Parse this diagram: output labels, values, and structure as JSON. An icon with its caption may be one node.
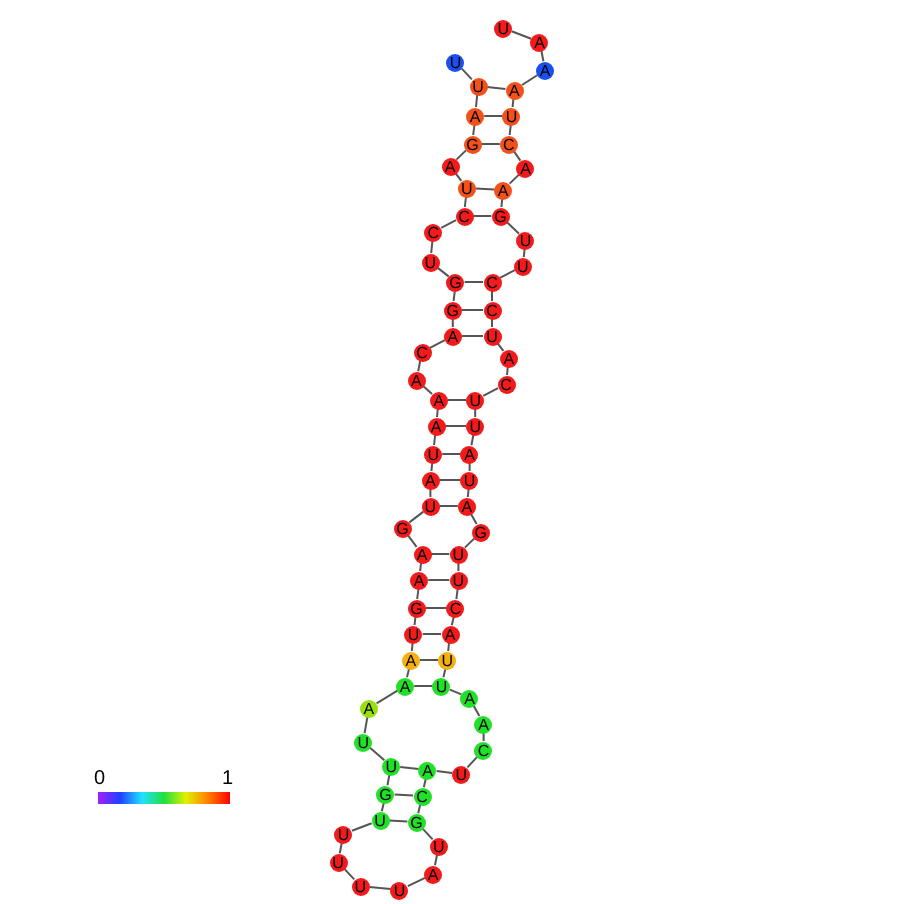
{
  "diagram": {
    "nodes": [
      {
        "text": [
          "U"
        ]
      },
      {
        "text": [
          "U"
        ]
      },
      {
        "text": [
          "A"
        ]
      },
      {
        "text": [
          "G"
        ]
      },
      {
        "text": [
          "A"
        ]
      },
      {
        "text": [
          "U"
        ]
      },
      {
        "text": [
          "C"
        ]
      },
      {
        "text": [
          "C"
        ]
      },
      {
        "text": [
          "U"
        ]
      },
      {
        "text": [
          "G"
        ]
      },
      {
        "text": [
          "G"
        ]
      },
      {
        "text": [
          "A"
        ]
      },
      {
        "text": [
          "C"
        ]
      },
      {
        "text": [
          "A"
        ]
      },
      {
        "text": [
          "A"
        ]
      },
      {
        "text": [
          "A"
        ]
      },
      {
        "text": [
          "U"
        ]
      },
      {
        "text": [
          "A"
        ]
      },
      {
        "text": [
          "U"
        ]
      },
      {
        "text": [
          "G"
        ]
      },
      {
        "text": [
          "A"
        ]
      },
      {
        "text": [
          "A"
        ]
      },
      {
        "text": [
          "G"
        ]
      },
      {
        "text": [
          "U"
        ]
      },
      {
        "text": [
          "A"
        ]
      },
      {
        "text": [
          "A"
        ]
      },
      {
        "text": [
          "A"
        ]
      },
      {
        "text": [
          "U"
        ]
      },
      {
        "text": [
          "U"
        ]
      },
      {
        "text": [
          "G"
        ]
      },
      {
        "text": [
          "U"
        ]
      },
      {
        "text": [
          "U"
        ]
      },
      {
        "text": [
          "U"
        ]
      },
      {
        "text": [
          "U"
        ]
      },
      {
        "text": [
          "U"
        ]
      },
      {
        "text": [
          "A"
        ]
      },
      {
        "text": [
          "U"
        ]
      },
      {
        "text": [
          "G"
        ]
      },
      {
        "text": [
          "C"
        ]
      },
      {
        "text": [
          "A"
        ]
      },
      {
        "text": [
          "U"
        ]
      },
      {
        "text": [
          "C"
        ]
      },
      {
        "text": [
          "A"
        ]
      },
      {
        "text": [
          "A"
        ]
      },
      {
        "text": [
          "U"
        ]
      },
      {
        "text": [
          "U"
        ]
      },
      {
        "text": [
          "A"
        ]
      },
      {
        "text": [
          "C"
        ]
      },
      {
        "text": [
          "U"
        ]
      },
      {
        "text": [
          "U"
        ]
      },
      {
        "text": [
          "G"
        ]
      },
      {
        "text": [
          "A"
        ]
      },
      {
        "text": [
          "U"
        ]
      },
      {
        "text": [
          "A"
        ]
      },
      {
        "text": [
          "U"
        ]
      },
      {
        "text": [
          "U"
        ]
      },
      {
        "text": [
          "C"
        ]
      },
      {
        "text": [
          "A"
        ]
      },
      {
        "text": [
          "U"
        ]
      },
      {
        "text": [
          "C"
        ]
      },
      {
        "text": [
          "C"
        ]
      },
      {
        "text": [
          "U"
        ]
      },
      {
        "text": [
          "U"
        ]
      },
      {
        "text": [
          "G"
        ]
      },
      {
        "text": [
          "A"
        ]
      },
      {
        "text": [
          "A"
        ]
      },
      {
        "text": [
          "C"
        ]
      },
      {
        "text": [
          "U"
        ]
      },
      {
        "text": [
          "A"
        ]
      },
      {
        "text": [
          "A"
        ]
      },
      {
        "text": [
          "A"
        ]
      },
      {
        "text": [
          "U"
        ]
      }
    ],
    "edges": [
      {
        "from": 0,
        "to": 1,
        "arrow": "none"
      },
      {
        "from": 1,
        "to": 2,
        "arrow": "none"
      },
      {
        "from": 2,
        "to": 3,
        "arrow": "none"
      },
      {
        "from": 3,
        "to": 4,
        "arrow": "none"
      },
      {
        "from": 4,
        "to": 5,
        "arrow": "none"
      },
      {
        "from": 5,
        "to": 6,
        "arrow": "none"
      },
      {
        "from": 6,
        "to": 7,
        "arrow": "none"
      },
      {
        "from": 7,
        "to": 8,
        "arrow": "none"
      },
      {
        "from": 8,
        "to": 9,
        "arrow": "none"
      },
      {
        "from": 9,
        "to": 10,
        "arrow": "none"
      },
      {
        "from": 10,
        "to": 11,
        "arrow": "none"
      },
      {
        "from": 11,
        "to": 12,
        "arrow": "none"
      },
      {
        "from": 12,
        "to": 13,
        "arrow": "none"
      },
      {
        "from": 13,
        "to": 14,
        "arrow": "none"
      },
      {
        "from": 14,
        "to": 15,
        "arrow": "none"
      },
      {
        "from": 15,
        "to": 16,
        "arrow": "none"
      },
      {
        "from": 16,
        "to": 17,
        "arrow": "none"
      },
      {
        "from": 17,
        "to": 18,
        "arrow": "none"
      },
      {
        "from": 18,
        "to": 19,
        "arrow": "none"
      },
      {
        "from": 19,
        "to": 20,
        "arrow": "none"
      },
      {
        "from": 20,
        "to": 21,
        "arrow": "none"
      },
      {
        "from": 21,
        "to": 22,
        "arrow": "none"
      },
      {
        "from": 22,
        "to": 23,
        "arrow": "none"
      },
      {
        "from": 23,
        "to": 24,
        "arrow": "none"
      },
      {
        "from": 24,
        "to": 25,
        "arrow": "none"
      },
      {
        "from": 25,
        "to": 26,
        "arrow": "none"
      },
      {
        "from": 26,
        "to": 27,
        "arrow": "none"
      },
      {
        "from": 27,
        "to": 28,
        "arrow": "none"
      },
      {
        "from": 28,
        "to": 29,
        "arrow": "none"
      },
      {
        "from": 29,
        "to": 30,
        "arrow": "none"
      },
      {
        "from": 30,
        "to": 31,
        "arrow": "none"
      },
      {
        "from": 31,
        "to": 32,
        "arrow": "none"
      },
      {
        "from": 32,
        "to": 33,
        "arrow": "none"
      },
      {
        "from": 33,
        "to": 34,
        "arrow": "none"
      },
      {
        "from": 34,
        "to": 35,
        "arrow": "none"
      },
      {
        "from": 35,
        "to": 36,
        "arrow": "none"
      },
      {
        "from": 36,
        "to": 37,
        "arrow": "none"
      },
      {
        "from": 37,
        "to": 38,
        "arrow": "none"
      },
      {
        "from": 38,
        "to": 39,
        "arrow": "none"
      },
      {
        "from": 39,
        "to": 40,
        "arrow": "none"
      },
      {
        "from": 40,
        "to": 41,
        "arrow": "none"
      },
      {
        "from": 41,
        "to": 42,
        "arrow": "none"
      },
      {
        "from": 42,
        "to": 43,
        "arrow": "none"
      },
      {
        "from": 43,
        "to": 44,
        "arrow": "none"
      },
      {
        "from": 44,
        "to": 45,
        "arrow": "none"
      },
      {
        "from": 45,
        "to": 46,
        "arrow": "none"
      },
      {
        "from": 46,
        "to": 47,
        "arrow": "none"
      },
      {
        "from": 47,
        "to": 48,
        "arrow": "none"
      },
      {
        "from": 48,
        "to": 49,
        "arrow": "none"
      },
      {
        "from": 49,
        "to": 50,
        "arrow": "none"
      },
      {
        "from": 50,
        "to": 51,
        "arrow": "none"
      },
      {
        "from": 51,
        "to": 52,
        "arrow": "none"
      },
      {
        "from": 52,
        "to": 53,
        "arrow": "none"
      },
      {
        "from": 53,
        "to": 54,
        "arrow": "none"
      },
      {
        "from": 54,
        "to": 55,
        "arrow": "none"
      },
      {
        "from": 55,
        "to": 56,
        "arrow": "none"
      },
      {
        "from": 56,
        "to": 57,
        "arrow": "none"
      },
      {
        "from": 57,
        "to": 58,
        "arrow": "none"
      },
      {
        "from": 58,
        "to": 59,
        "arrow": "none"
      },
      {
        "from": 59,
        "to": 60,
        "arrow": "none"
      },
      {
        "from": 60,
        "to": 61,
        "arrow": "none"
      },
      {
        "from": 61,
        "to": 62,
        "arrow": "none"
      },
      {
        "from": 62,
        "to": 63,
        "arrow": "none"
      },
      {
        "from": 63,
        "to": 64,
        "arrow": "none"
      },
      {
        "from": 64,
        "to": 65,
        "arrow": "none"
      },
      {
        "from": 65,
        "to": 66,
        "arrow": "none"
      },
      {
        "from": 66,
        "to": 67,
        "arrow": "none"
      },
      {
        "from": 67,
        "to": 68,
        "arrow": "none"
      },
      {
        "from": 68,
        "to": 69,
        "arrow": "none"
      },
      {
        "from": 69,
        "to": 70,
        "arrow": "none"
      },
      {
        "from": 70,
        "to": 71,
        "arrow": "none"
      },
      {
        "from": 1,
        "to": 68,
        "arrow": "none"
      },
      {
        "from": 2,
        "to": 67,
        "arrow": "none"
      },
      {
        "from": 3,
        "to": 66,
        "arrow": "none"
      },
      {
        "from": 5,
        "to": 64,
        "arrow": "none"
      },
      {
        "from": 6,
        "to": 63,
        "arrow": "none"
      },
      {
        "from": 9,
        "to": 60,
        "arrow": "none"
      },
      {
        "from": 10,
        "to": 59,
        "arrow": "none"
      },
      {
        "from": 11,
        "to": 58,
        "arrow": "none"
      },
      {
        "from": 14,
        "to": 55,
        "arrow": "none"
      },
      {
        "from": 15,
        "to": 54,
        "arrow": "none"
      },
      {
        "from": 16,
        "to": 53,
        "arrow": "none"
      },
      {
        "from": 17,
        "to": 52,
        "arrow": "none"
      },
      {
        "from": 18,
        "to": 51,
        "arrow": "none"
      },
      {
        "from": 20,
        "to": 49,
        "arrow": "none"
      },
      {
        "from": 21,
        "to": 48,
        "arrow": "none"
      },
      {
        "from": 22,
        "to": 47,
        "arrow": "none"
      },
      {
        "from": 23,
        "to": 46,
        "arrow": "none"
      },
      {
        "from": 24,
        "to": 45,
        "arrow": "none"
      },
      {
        "from": 25,
        "to": 44,
        "arrow": "none"
      },
      {
        "from": 28,
        "to": 39,
        "arrow": "none"
      },
      {
        "from": 29,
        "to": 38,
        "arrow": "none"
      },
      {
        "from": 30,
        "to": 37,
        "arrow": "none"
      }
    ],
    "labels": [
      "0",
      "1"
    ]
  }
}
